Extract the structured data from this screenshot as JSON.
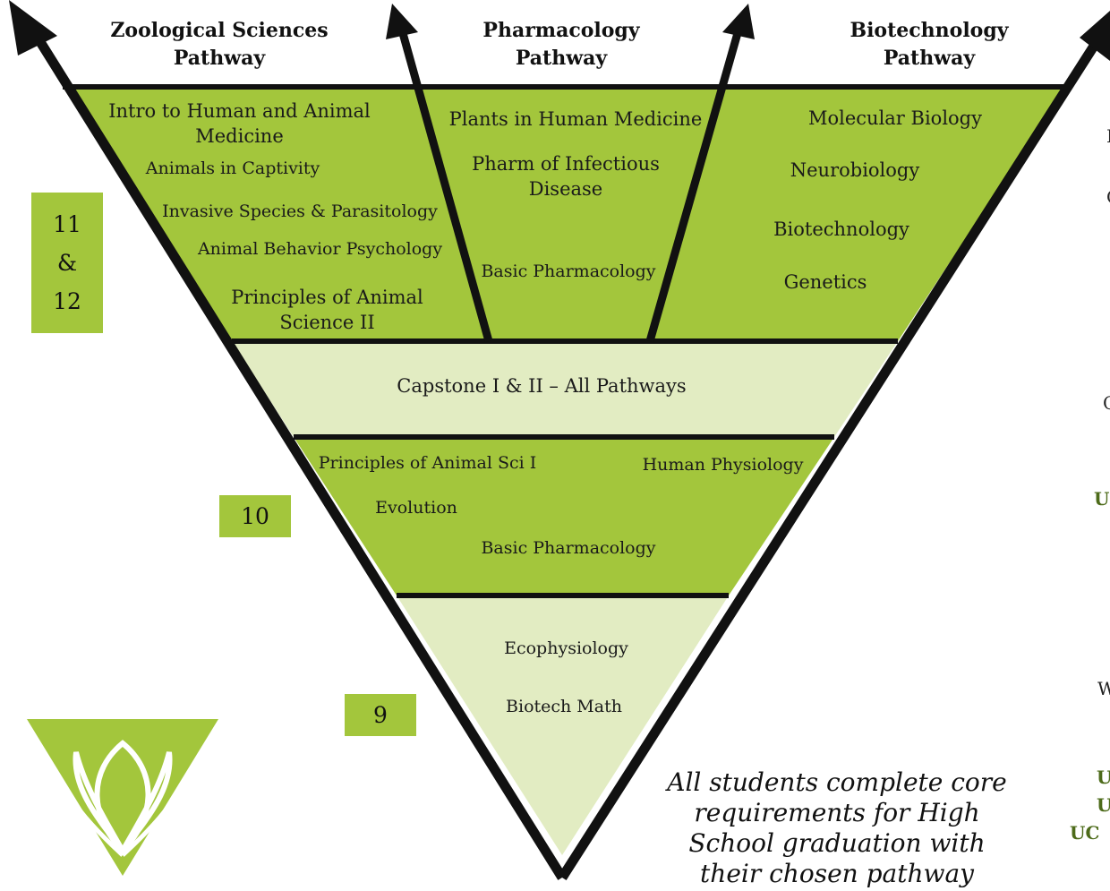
{
  "pathways": [
    {
      "line1": "Zoological Sciences",
      "line2": "Pathway"
    },
    {
      "line1": "Pharmacology",
      "line2": "Pathway"
    },
    {
      "line1": "Biotechnology",
      "line2": "Pathway"
    }
  ],
  "upper_courses": {
    "zoology": [
      "Intro to Human and Animal Medicine",
      "Animals in Captivity",
      "Invasive Species & Parasitology",
      "Animal Behavior Psychology",
      "Principles of Animal Science II"
    ],
    "pharmacology": [
      "Plants in Human Medicine",
      "Pharm of Infectious Disease",
      "Basic Pharmacology"
    ],
    "biotechnology": [
      "Molecular Biology",
      "Neurobiology",
      "Biotechnology",
      "Genetics"
    ]
  },
  "capstone": "Capstone I & II – All Pathways",
  "grade10_courses": [
    "Principles of Animal Sci I",
    "Human Physiology",
    "Evolution",
    "Basic Pharmacology"
  ],
  "grade9_courses": [
    "Ecophysiology",
    "Biotech Math"
  ],
  "grades": {
    "upper_line1": "11",
    "upper_line2": "&",
    "upper_line3": "12",
    "ten": "10",
    "nine": "9"
  },
  "footnote": "All students complete core requirements for High School graduation with their chosen pathway",
  "right_edge": [
    "I",
    "C",
    "C",
    "U",
    "W",
    "U",
    "U",
    "UC"
  ],
  "colors": {
    "green": "#a3c63c",
    "light_green": "#e2ecc2",
    "logo": "#a3c63c"
  }
}
